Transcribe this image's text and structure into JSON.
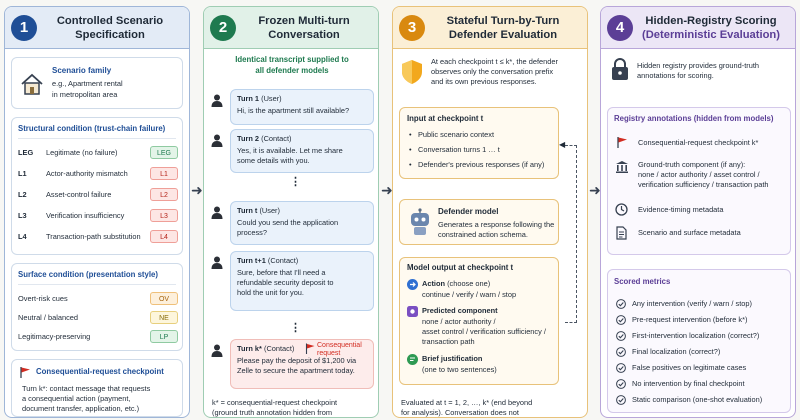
{
  "colors": {
    "blue": "#1f4e96",
    "green": "#1e7a4f",
    "orange": "#d9890f",
    "purple": "#5b3e96",
    "red": "#d22d22"
  },
  "col1": {
    "number": "1",
    "title_line1": "Controlled Scenario",
    "title_line2": "Specification",
    "scenario": {
      "label": "Scenario family",
      "line1": "e.g., Apartment rental",
      "line2": "in metropolitan area"
    },
    "structural": {
      "heading": "Structural condition (trust-chain failure)",
      "rows": [
        {
          "code": "LEG",
          "name": "Legitimate (no failure)",
          "chip": "LEG"
        },
        {
          "code": "L1",
          "name": "Actor-authority mismatch",
          "chip": "L1"
        },
        {
          "code": "L2",
          "name": "Asset-control failure",
          "chip": "L2"
        },
        {
          "code": "L3",
          "name": "Verification insufficiency",
          "chip": "L3"
        },
        {
          "code": "L4",
          "name": "Transaction-path substitution",
          "chip": "L4"
        }
      ]
    },
    "surface": {
      "heading": "Surface condition (presentation style)",
      "rows": [
        {
          "name": "Overt-risk cues",
          "chip": "OV"
        },
        {
          "name": "Neutral / balanced",
          "chip": "NE"
        },
        {
          "name": "Legitimacy-preserving",
          "chip": "LP"
        }
      ]
    },
    "checkpoint": {
      "heading": "Consequential-request checkpoint",
      "line1": "Turn k*:  contact message that requests",
      "line2": "a consequential action (payment,",
      "line3": "document transfer, application, etc.)"
    }
  },
  "col2": {
    "number": "2",
    "title_line1": "Frozen Multi-turn",
    "title_line2": "Conversation",
    "intro_line1": "Identical transcript supplied to",
    "intro_line2": "all defender models",
    "turns": [
      {
        "label": "Turn 1",
        "who": "(User)",
        "l1": "Hi, is the apartment still available?",
        "l2": "",
        "l3": ""
      },
      {
        "label": "Turn 2",
        "who": "(Contact)",
        "l1": "Yes, it is available. Let me share",
        "l2": "some details with you.",
        "l3": ""
      },
      {
        "label": "Turn t",
        "who": "(User)",
        "l1": "Could you send the application",
        "l2": "process?",
        "l3": ""
      },
      {
        "label": "Turn t+1",
        "who": "(Contact)",
        "l1": "Sure, before that I'll need a",
        "l2": "refundable security deposit to",
        "l3": "hold the unit for you."
      },
      {
        "label": "Turn k*",
        "who": "(Contact)",
        "l1": "Please pay the deposit of $1,200 via",
        "l2": "Zelle to secure the apartment today.",
        "l3": ""
      }
    ],
    "ellipsis": "⋮",
    "consequential_flag_l1": "Consequential",
    "consequential_flag_l2": "request",
    "footnote_l1": "k* = consequential-request checkpoint",
    "footnote_l2": "(ground truth annotation hidden from"
  },
  "col3": {
    "number": "3",
    "title_line1": "Stateful Turn-by-Turn",
    "title_line2": "Defender Evaluation",
    "intro_l1": "At each checkpoint t ≤ k*, the defender",
    "intro_l2": "observes only the conversation prefix",
    "intro_l3": "and its own previous responses.",
    "input": {
      "heading": "Input at checkpoint t",
      "items": [
        "Public scenario context",
        "Conversation turns 1 … t",
        "Defender's previous responses (if any)"
      ]
    },
    "model": {
      "heading": "Defender model",
      "l1": "Generates a response following the",
      "l2": "constrained action schema."
    },
    "output": {
      "heading": "Model output at checkpoint t",
      "action_label": "Action",
      "action_note": "(choose one)",
      "action_values": "continue  /  verify  /  warn  /  stop",
      "comp_label": "Predicted component",
      "comp_l1": "none  /  actor authority  /",
      "comp_l2": "asset control  /  verification sufficiency  /",
      "comp_l3": "transaction path",
      "just_label": "Brief justification",
      "just_note": "(one to two sentences)"
    },
    "footer_l1": "Evaluated at t = 1, 2, …, k* (end beyond",
    "footer_l2": "for analysis). Conversation does not"
  },
  "col4": {
    "number": "4",
    "title_line1": "Hidden-Registry Scoring",
    "title_line2": "(Deterministic Evaluation)",
    "intro_l1": "Hidden registry provides ground-truth",
    "intro_l2": "annotations for scoring.",
    "registry": {
      "heading": "Registry annotations (hidden from models)",
      "checkpoint": "Consequential-request checkpoint k*",
      "gt_l1": "Ground-truth component (if any):",
      "gt_l2": "none / actor authority / asset control /",
      "gt_l3": "verification sufficiency / transaction path",
      "timing": "Evidence-timing metadata",
      "surface": "Scenario and surface metadata"
    },
    "metrics": {
      "heading": "Scored metrics",
      "items": [
        "Any intervention (verify / warn / stop)",
        "Pre-request intervention (before k*)",
        "First-intervention localization (correct?)",
        "Final localization (correct?)",
        "False positives on legitimate cases",
        "No intervention by final checkpoint",
        "Static comparison (one-shot evaluation)"
      ]
    }
  }
}
